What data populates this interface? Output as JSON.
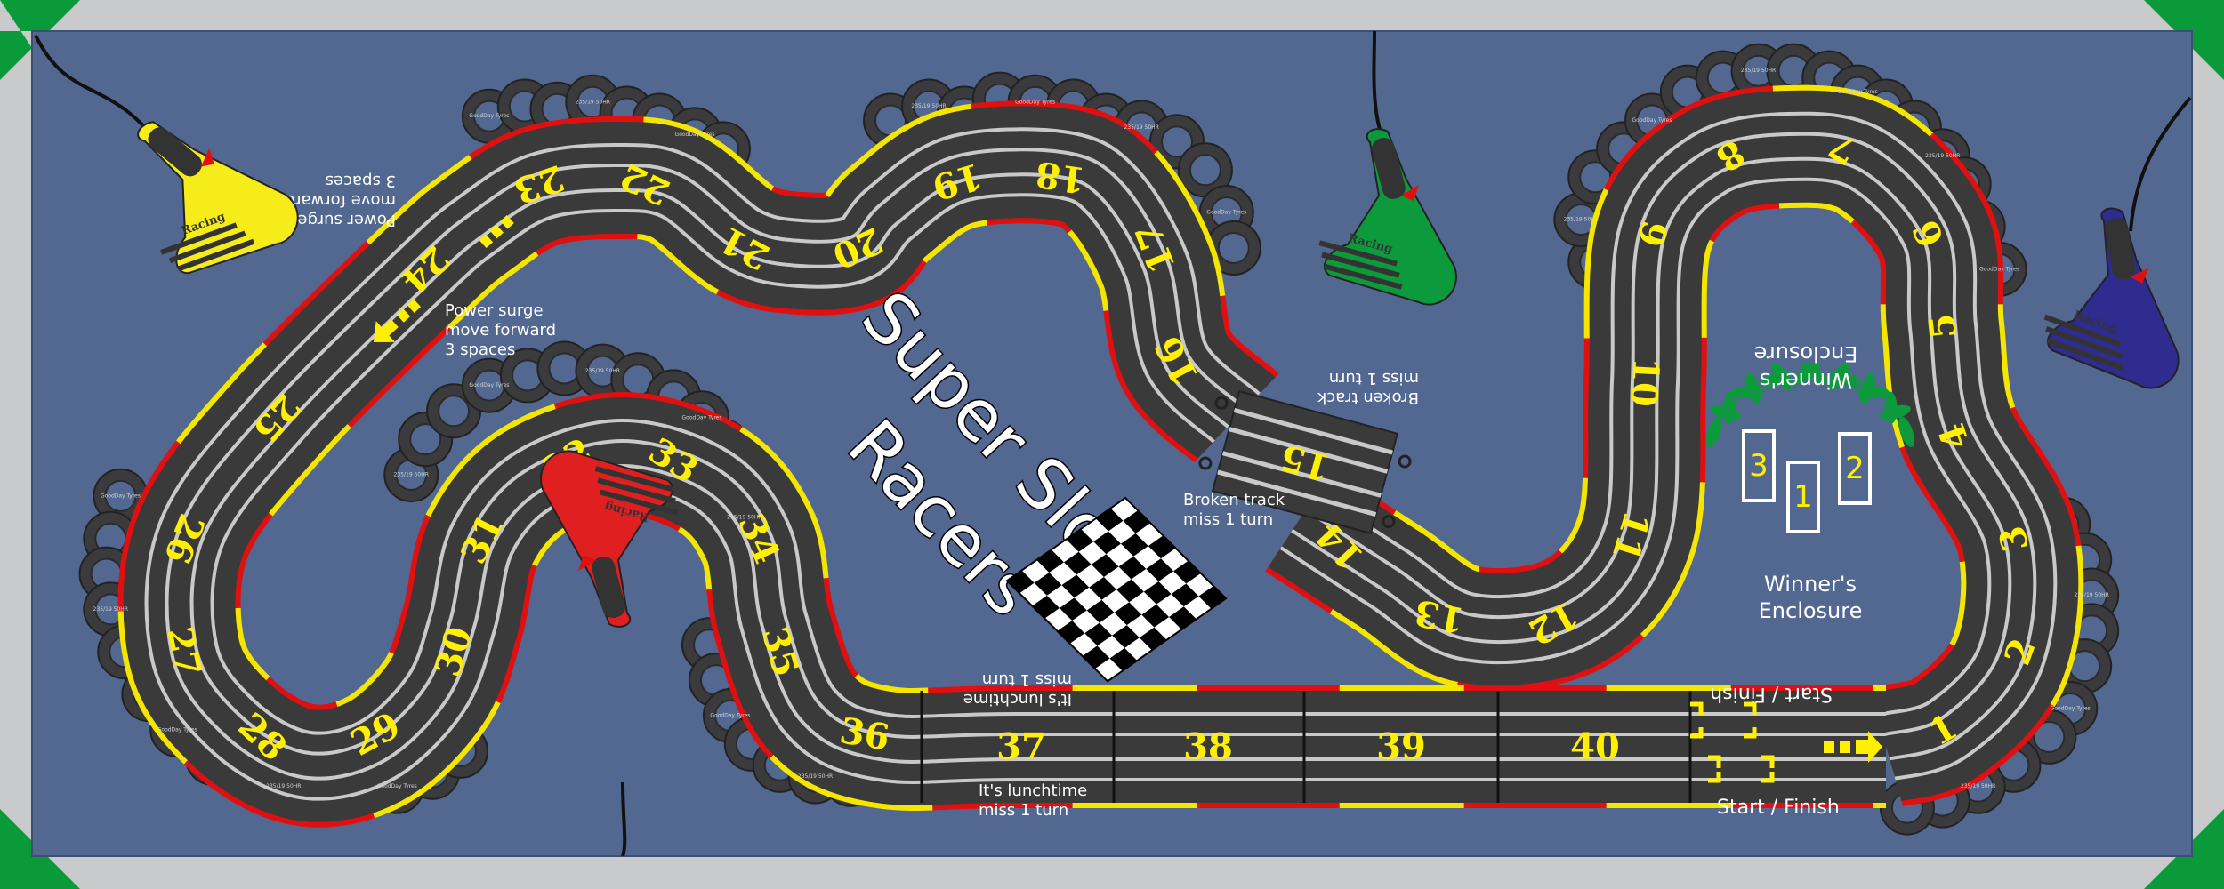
{
  "board": {
    "title_line1": "Super Slot",
    "title_line2": "Racers",
    "colors": {
      "mat": "#536891",
      "border": "#c8cacb",
      "corner": "#0a9a3a",
      "track": "#3a3a3a",
      "number": "#ffef00",
      "kerb_red": "#e01010",
      "kerb_yellow": "#f5e600"
    }
  },
  "track": {
    "positions": [
      "1",
      "2",
      "3",
      "4",
      "5",
      "6",
      "7",
      "8",
      "9",
      "10",
      "11",
      "12",
      "13",
      "14",
      "15",
      "16",
      "17",
      "18",
      "19",
      "20",
      "21",
      "22",
      "23",
      "24",
      "25",
      "26",
      "27",
      "28",
      "29",
      "30",
      "31",
      "32",
      "33",
      "34",
      "35",
      "36",
      "37",
      "38",
      "39",
      "40"
    ]
  },
  "notes": {
    "power_surge": [
      "Power surge",
      "move forward",
      "3 spaces"
    ],
    "broken_track": [
      "Broken track",
      "miss 1 turn"
    ],
    "lunchtime": [
      "It's lunchtime",
      "miss 1 turn"
    ],
    "start_finish": "Start / Finish",
    "winners": [
      "Winner's",
      "Enclosure"
    ]
  },
  "podium": {
    "first": "1",
    "second": "2",
    "third": "3"
  },
  "tyres": {
    "brand": "GoodDay Tyres",
    "size": "235/19 50HR"
  },
  "controllers": [
    {
      "color": "yellow",
      "hex": "#f5ec1a",
      "label": "Racing"
    },
    {
      "color": "green",
      "hex": "#0c9a3c",
      "label": "Racing"
    },
    {
      "color": "red",
      "hex": "#e02020",
      "label": "Racing"
    },
    {
      "color": "blue",
      "hex": "#2e2c8e",
      "label": "Racing"
    }
  ]
}
